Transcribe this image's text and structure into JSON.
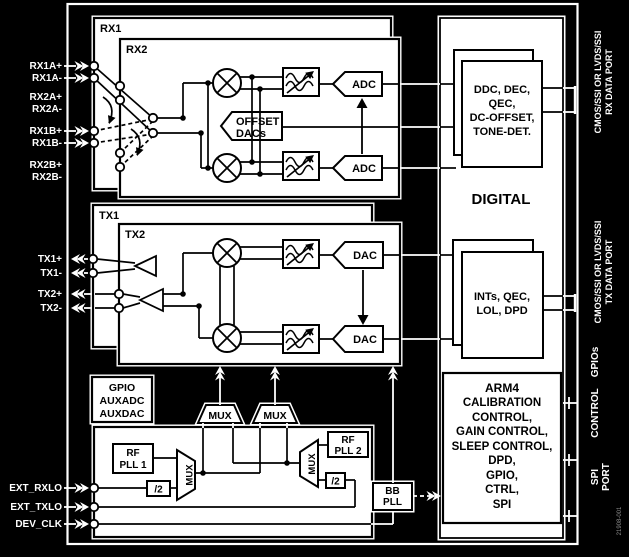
{
  "colors": {
    "background": "#000000",
    "diagram_ink": "#000000",
    "outside_ink": "#ffffff",
    "box_fill": "#ffffff",
    "figure_number_gray": "#8f8f8f"
  },
  "pins": {
    "rx": [
      {
        "label": "RX1A+"
      },
      {
        "label": "RX1A-"
      },
      {
        "label": "RX2A+"
      },
      {
        "label": "RX2A-"
      },
      {
        "label": "RX1B+"
      },
      {
        "label": "RX1B-"
      },
      {
        "label": "RX2B+"
      },
      {
        "label": "RX2B-"
      }
    ],
    "tx": [
      {
        "label": "TX1+"
      },
      {
        "label": "TX1-"
      },
      {
        "label": "TX2+"
      },
      {
        "label": "TX2-"
      }
    ],
    "clock": [
      {
        "label": "EXT_RXLO"
      },
      {
        "label": "EXT_TXLO"
      },
      {
        "label": "DEV_CLK"
      }
    ]
  },
  "blocks": {
    "rx1": "RX1",
    "rx2": "RX2",
    "tx1": "TX1",
    "tx2": "TX2",
    "adc": "ADC",
    "dac": "DAC",
    "offset_dacs_line1": "OFFSET",
    "offset_dacs_line2": "DACs",
    "gpio_line1": "GPIO",
    "gpio_line2": "AUXADC",
    "gpio_line3": "AUXDAC",
    "mux": "MUX",
    "div2": "/2",
    "rf_pll1_line1": "RF",
    "rf_pll1_line2": "PLL 1",
    "rf_pll2_line1": "RF",
    "rf_pll2_line2": "PLL 2",
    "bb_pll_line1": "BB",
    "bb_pll_line2": "PLL"
  },
  "digital": {
    "title": "DIGITAL",
    "rx_card_lines": [
      "DDC, DEC,",
      "QEC,",
      "DC-OFFSET,",
      "TONE-DET."
    ],
    "tx_card_lines": [
      "INTs, QEC,",
      "LOL, DPD"
    ],
    "arm_lines": [
      "ARM4",
      "CALIBRATION",
      "CONTROL,",
      "GAIN CONTROL,",
      "SLEEP CONTROL,",
      "DPD,",
      "GPIO,",
      "CTRL,",
      "SPI"
    ]
  },
  "ports": {
    "rx_data_line1": "CMOS/SSI OR LVDS/SSI",
    "rx_data_line2": "RX DATA PORT",
    "tx_data_line1": "CMOS/SSI OR LVDS/SSI",
    "tx_data_line2": "TX DATA PORT",
    "gpios": "GPIOs",
    "control": "CONTROL",
    "spi_line1": "SPI",
    "spi_line2": "PORT"
  },
  "figure_number": "21908-001"
}
